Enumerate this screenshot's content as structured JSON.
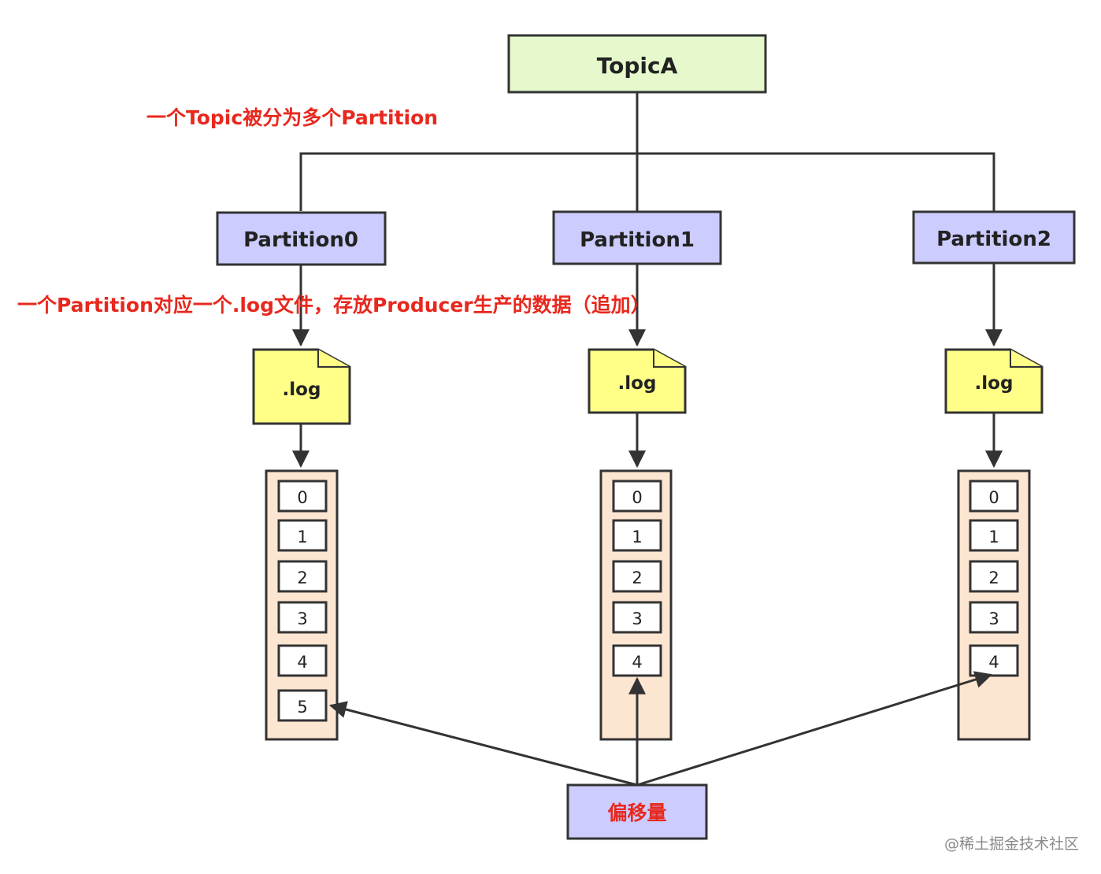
{
  "topic": {
    "label": "TopicA"
  },
  "annotations": {
    "split": "一个Topic被分为多个Partition",
    "log_note": "一个Partition对应一个.log文件，存放Producer生产的数据（追加）"
  },
  "partitions": [
    {
      "label": "Partition0",
      "log_label": ".log",
      "offsets": [
        "0",
        "1",
        "2",
        "3",
        "4",
        "5"
      ]
    },
    {
      "label": "Partition1",
      "log_label": ".log",
      "offsets": [
        "0",
        "1",
        "2",
        "3",
        "4"
      ]
    },
    {
      "label": "Partition2",
      "log_label": ".log",
      "offsets": [
        "0",
        "1",
        "2",
        "3",
        "4"
      ]
    }
  ],
  "offset_box": {
    "label": "偏移量"
  },
  "watermark": "@稀土掘金技术社区",
  "colors": {
    "topic_fill": "#e5f9cc",
    "partition_fill": "#ccccff",
    "log_fill": "#ffff88",
    "column_fill": "#fde6d1",
    "annotation_text": "#e8281e",
    "line": "#333333"
  }
}
